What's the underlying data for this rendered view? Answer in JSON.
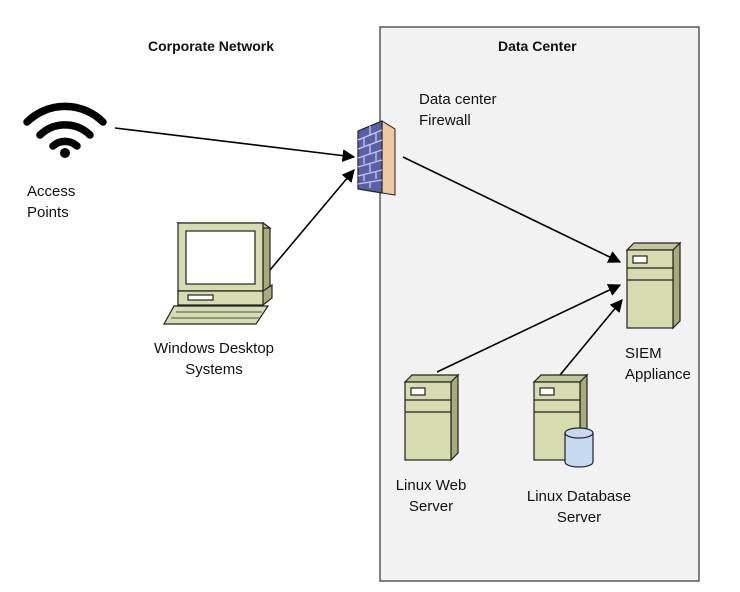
{
  "headers": {
    "corporate": "Corporate Network",
    "datacenter": "Data Center"
  },
  "nodes": {
    "access_points": {
      "line1": "Access",
      "line2": "Points",
      "icon": "wifi-icon"
    },
    "desktop": {
      "line1": "Windows Desktop",
      "line2": "Systems",
      "icon": "desktop-computer-icon"
    },
    "firewall": {
      "line1": "Data center",
      "line2": "Firewall",
      "icon": "firewall-brick-icon"
    },
    "siem": {
      "line1": "SIEM",
      "line2": "Appliance",
      "icon": "server-icon"
    },
    "web_server": {
      "line1": "Linux Web",
      "line2": "Server",
      "icon": "server-icon"
    },
    "db_server": {
      "line1": "Linux Database",
      "line2": "Server",
      "icon": "database-server-icon"
    }
  },
  "colors": {
    "server_body": "#d7dcb0",
    "server_shade": "#a6ab7c",
    "firewall_fill": "#5a5fa8",
    "firewall_mortar": "#c7c9ea",
    "firewall_side": "#f0c8a0",
    "database": "#c6d9ee",
    "datacenter_bg": "#f2f2f2"
  },
  "connections": [
    {
      "from": "access_points",
      "to": "firewall"
    },
    {
      "from": "desktop",
      "to": "firewall"
    },
    {
      "from": "firewall",
      "to": "siem"
    },
    {
      "from": "web_server",
      "to": "siem"
    },
    {
      "from": "db_server",
      "to": "siem"
    }
  ]
}
